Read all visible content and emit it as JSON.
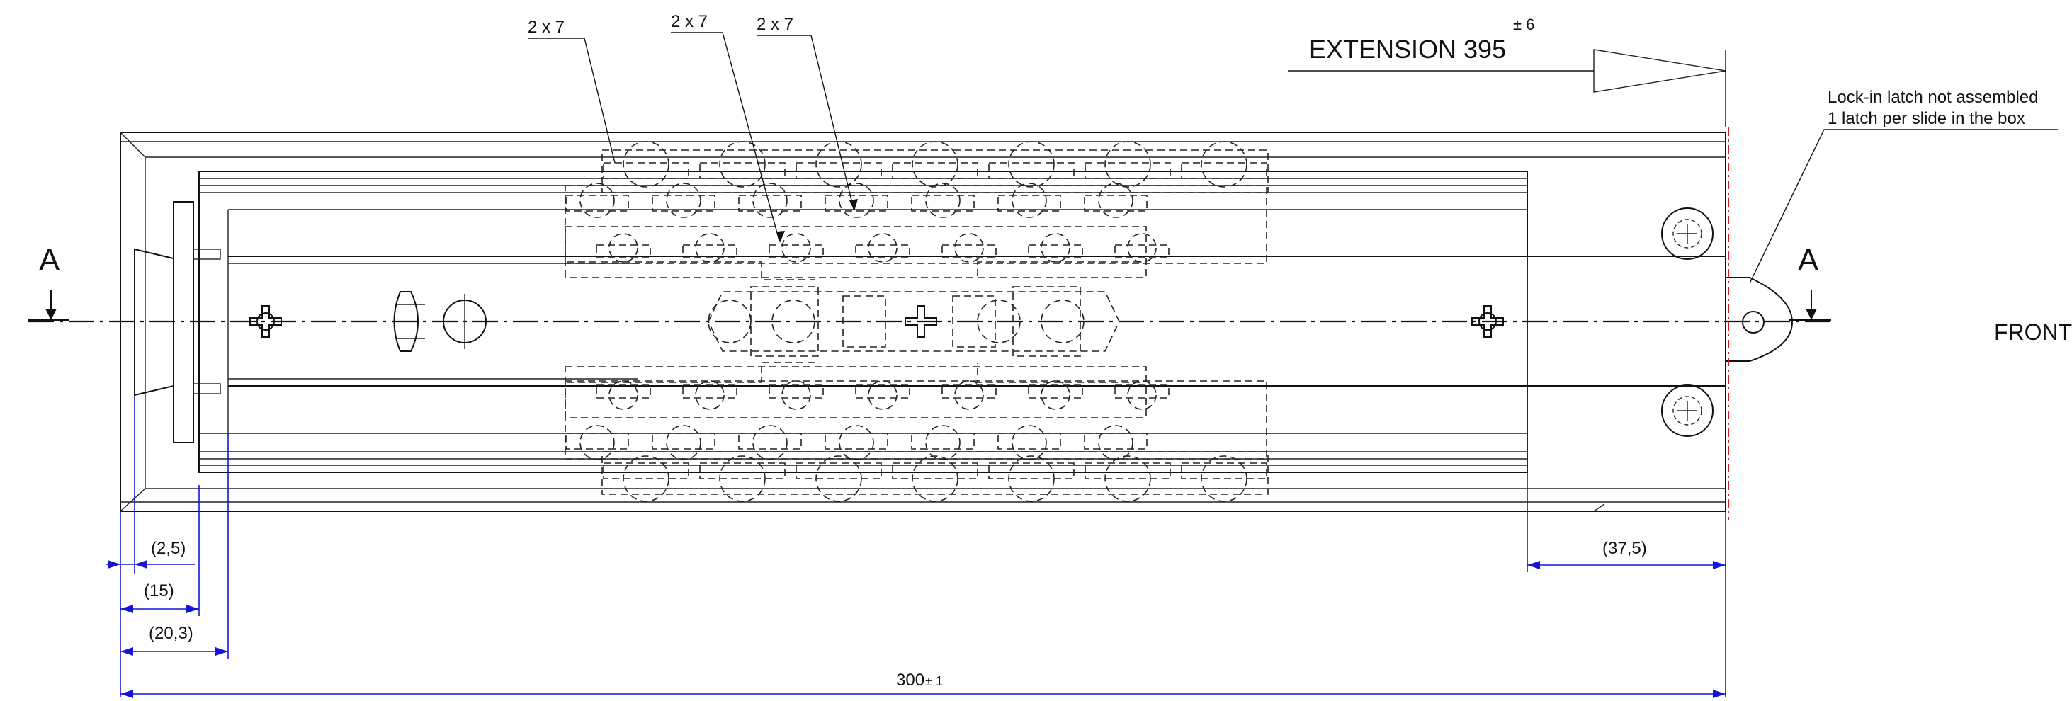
{
  "callouts": {
    "qty_left": "2 x 7",
    "qty_mid": "2 x 7",
    "qty_right": "2 x 7"
  },
  "extension": {
    "label": "EXTENSION 395",
    "tolerance": "± 6"
  },
  "note": {
    "line1": "Lock-in latch not assembled",
    "line2": "1 latch per slide in the box"
  },
  "section": {
    "left": "A",
    "right": "A"
  },
  "front_label": "FRONT",
  "dimensions": {
    "d1": "(2,5)",
    "d2": "(15)",
    "d3": "(20,3)",
    "d4": "(37,5)",
    "overall": "300",
    "overall_tol": "± 1"
  }
}
